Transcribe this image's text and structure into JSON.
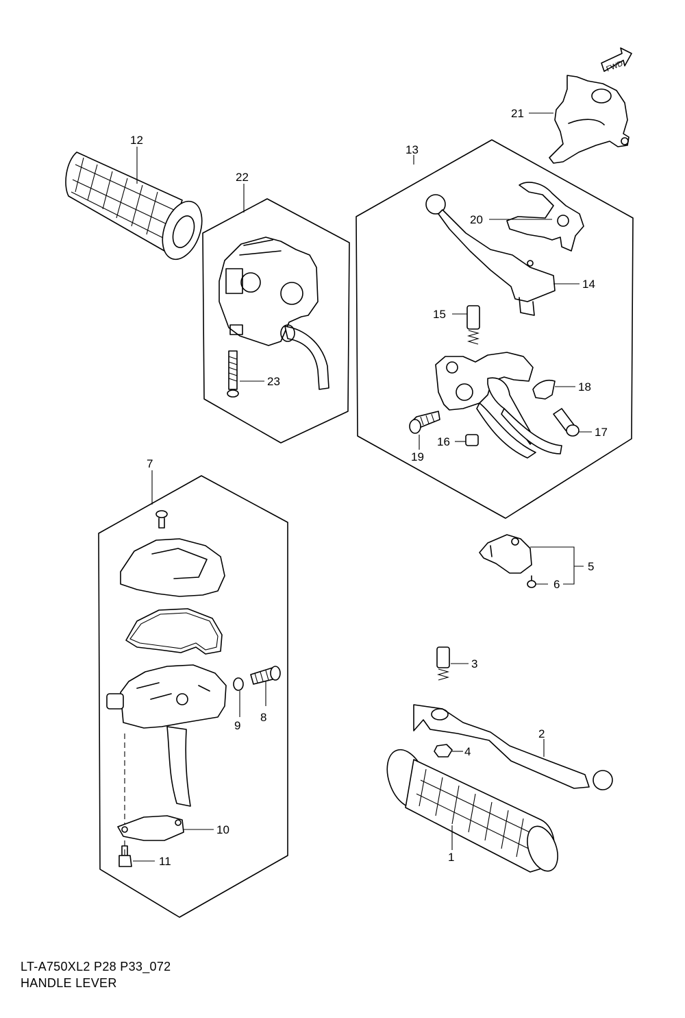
{
  "fwd_label": "FWD",
  "labels": {
    "p1": "1",
    "p2": "2",
    "p3": "3",
    "p4": "4",
    "p5": "5",
    "p6": "6",
    "p7": "7",
    "p8": "8",
    "p9": "9",
    "p10": "10",
    "p11": "11",
    "p12": "12",
    "p13": "13",
    "p14": "14",
    "p15": "15",
    "p16": "16",
    "p17": "17",
    "p18": "18",
    "p19": "19",
    "p20": "20",
    "p21": "21",
    "p22": "22",
    "p23": "23"
  },
  "footer": {
    "code": "LT-A750XL2 P28 P33_072",
    "title": "HANDLE LEVER"
  }
}
